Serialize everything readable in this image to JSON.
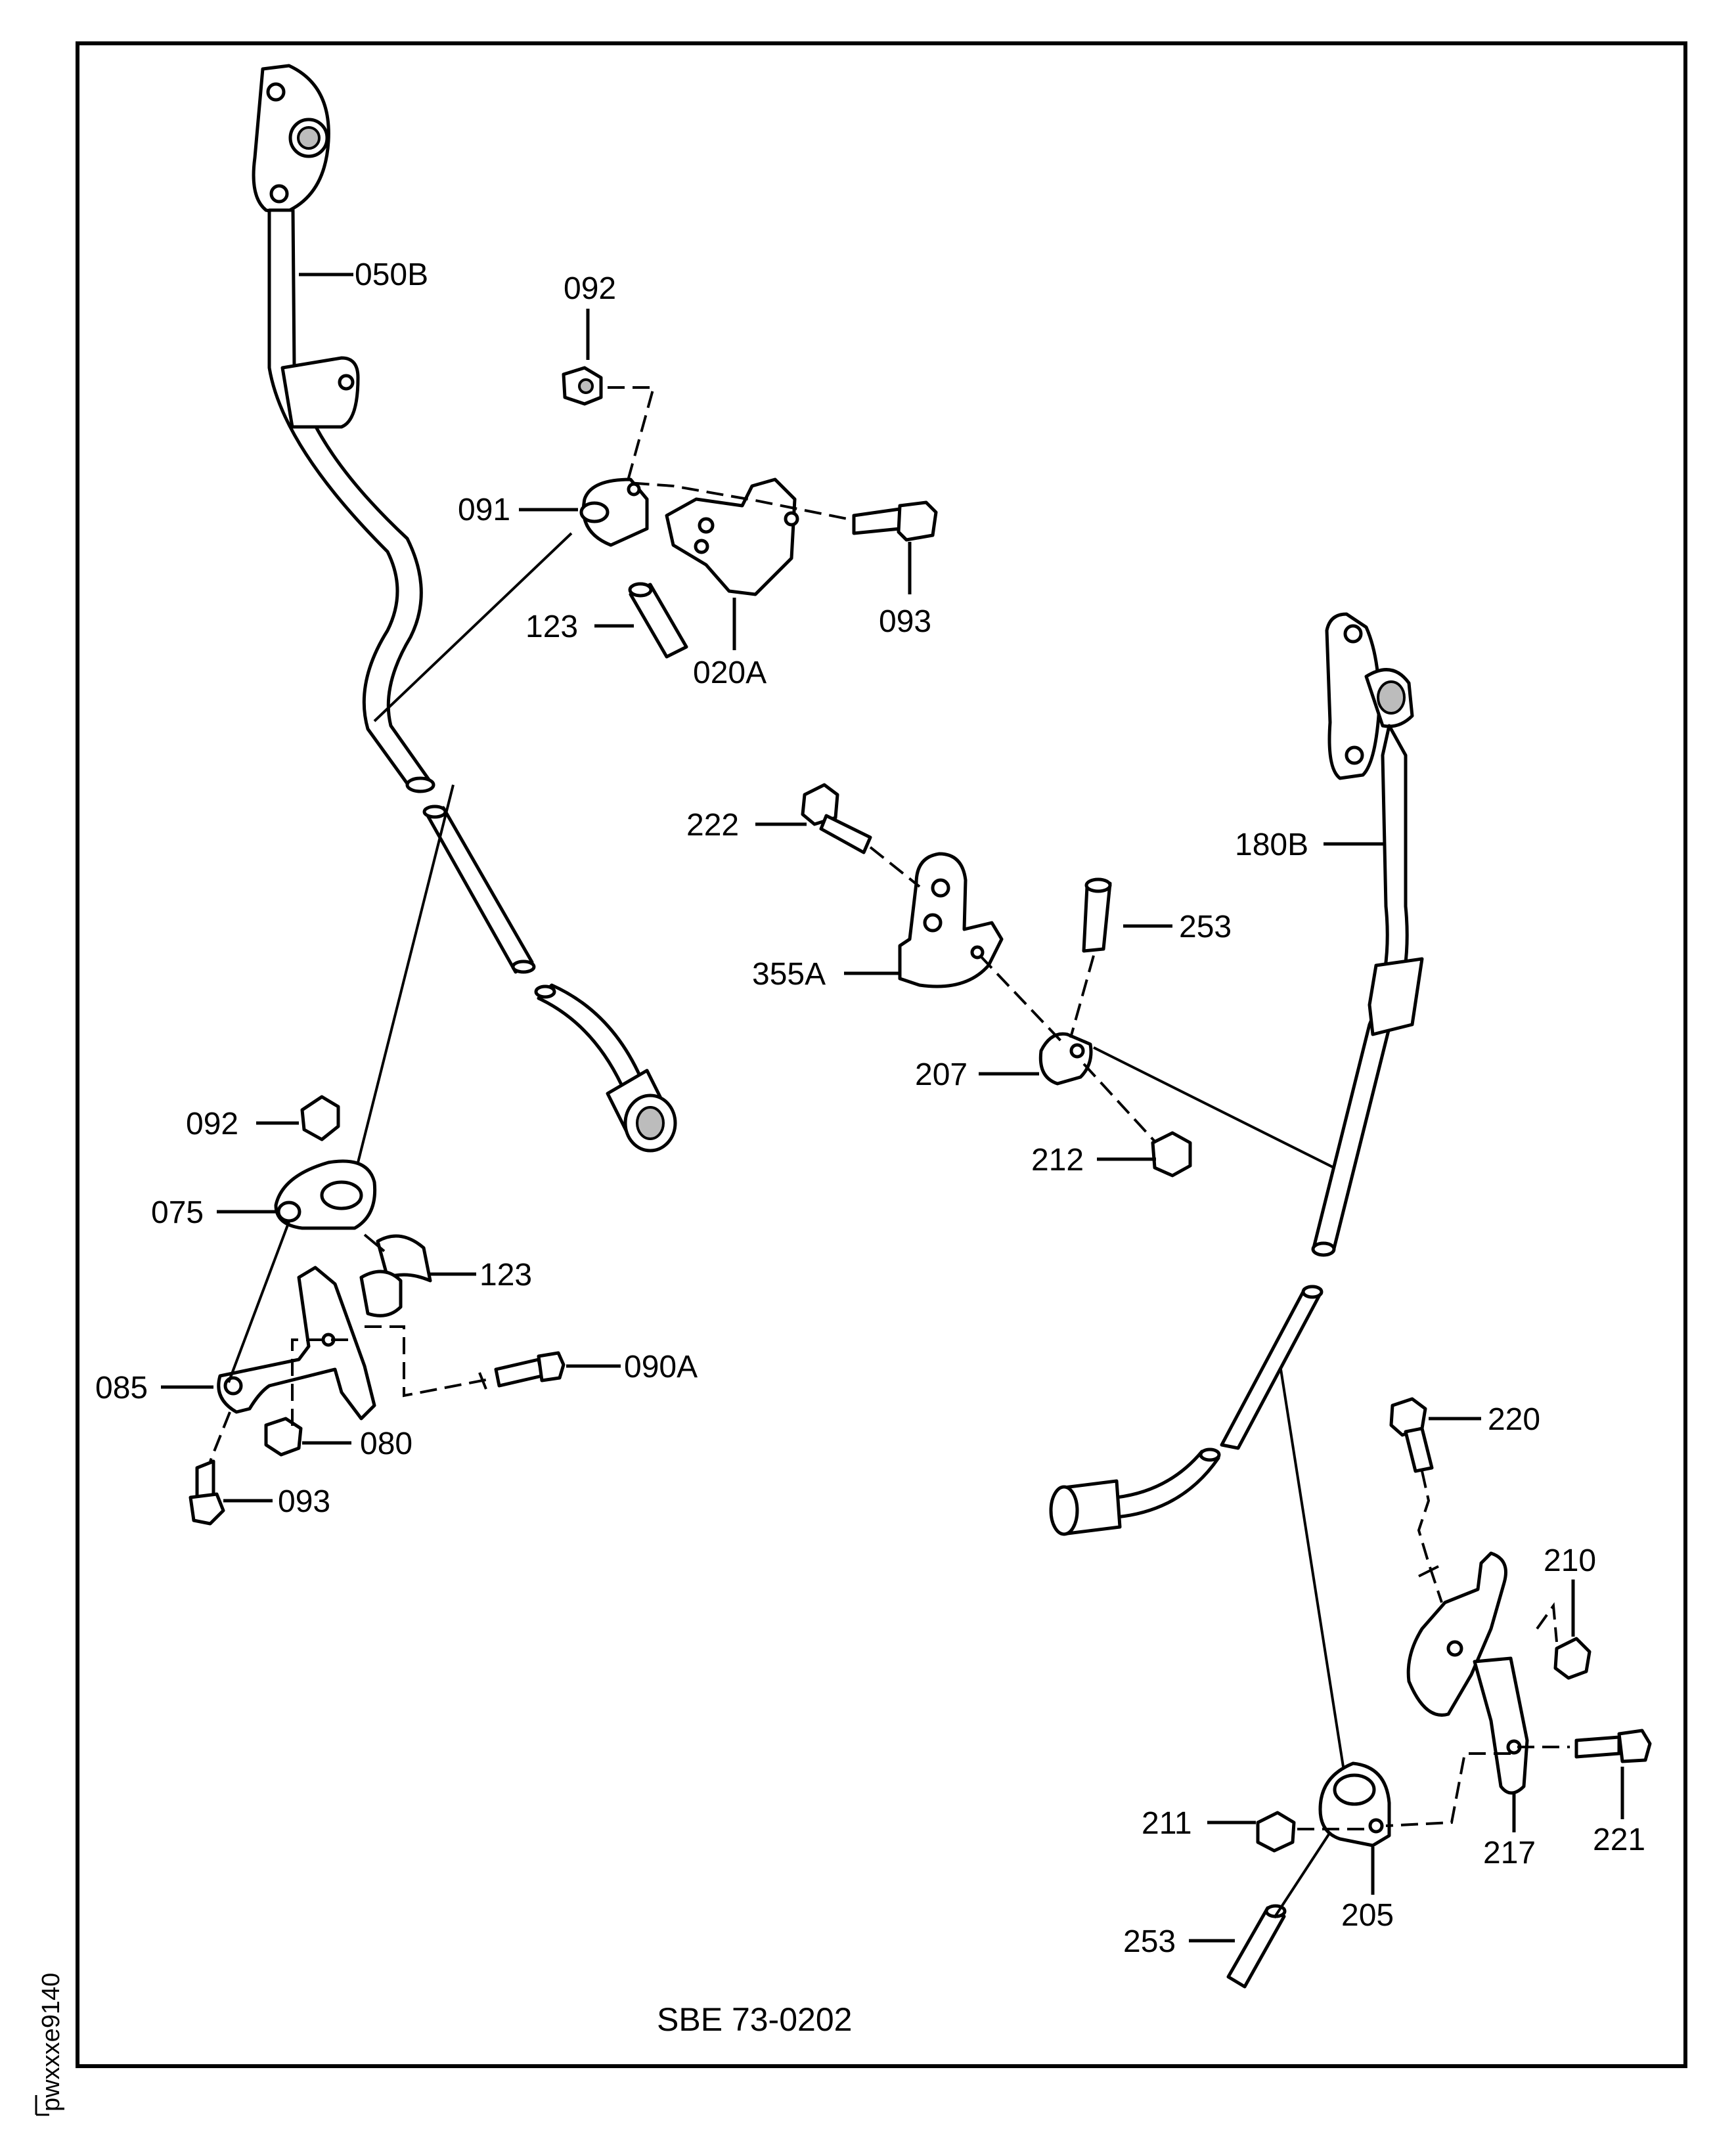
{
  "figure_label": "SBE 73-0202",
  "side_ref": "pwxxxe9140",
  "callouts": {
    "c050B": "050B",
    "c092a": "092",
    "c091": "091",
    "c093a": "093",
    "c123a": "123",
    "c020A": "020A",
    "c222": "222",
    "c180B": "180B",
    "c253a": "253",
    "c355A": "355A",
    "c207": "207",
    "c212": "212",
    "c092b": "092",
    "c075": "075",
    "c123b": "123",
    "c090A": "090A",
    "c085": "085",
    "c080": "080",
    "c093b": "093",
    "c220": "220",
    "c210": "210",
    "c211": "211",
    "c217": "217",
    "c221": "221",
    "c253b": "253",
    "c205": "205"
  }
}
